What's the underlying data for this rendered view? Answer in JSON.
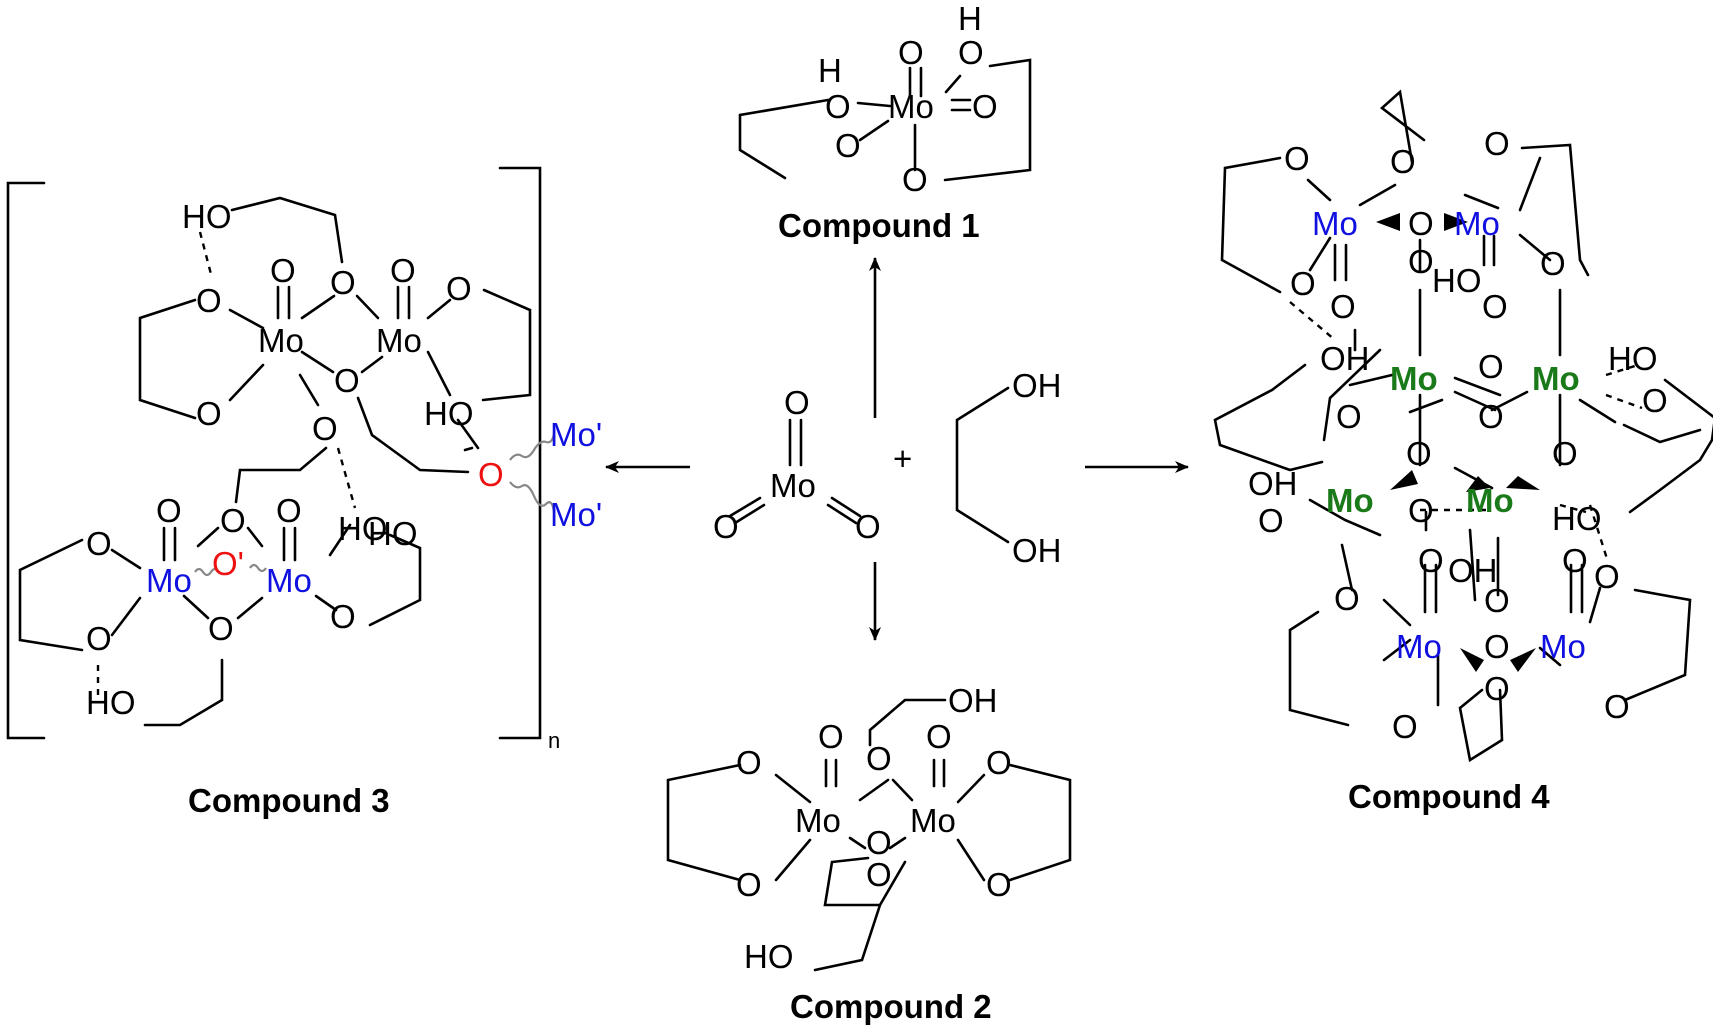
{
  "colors": {
    "default": "#000000",
    "blue_mo": "#1010e0",
    "green_mo": "#1a7a1a",
    "red_o": "#ee1111"
  },
  "reactants": {
    "moo3": {
      "metal": "Mo",
      "oxygen": "O"
    },
    "plus": "+",
    "glycol": {
      "hydroxyl": "OH"
    }
  },
  "compounds": {
    "c1": {
      "label": "Compound 1"
    },
    "c2": {
      "label": "Compound 2"
    },
    "c3": {
      "label": "Compound 3",
      "subscript": "n",
      "bridge_metal": "Mo'",
      "bridge_oxygen": "O'"
    },
    "c4": {
      "label": "Compound 4"
    }
  },
  "atoms": {
    "mo": "Mo",
    "o": "O",
    "oh": "OH",
    "ho": "HO",
    "h": "H",
    "oh_h": "OH",
    "o_prime": "O'",
    "mo_prime": "Mo'"
  }
}
